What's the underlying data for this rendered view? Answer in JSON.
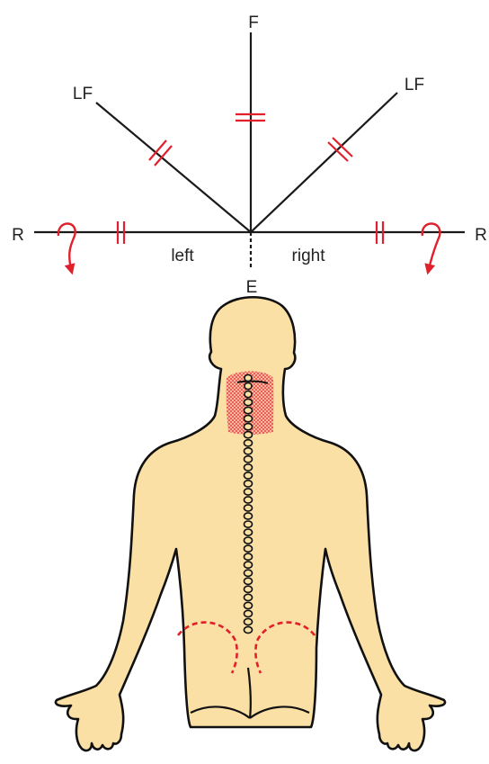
{
  "labels": {
    "flexion": "F",
    "extension": "E",
    "lateral_flexion_left": "LF",
    "lateral_flexion_right": "LF",
    "rotation_left": "R",
    "rotation_right": "R",
    "side_left": "left",
    "side_right": "right"
  },
  "colors": {
    "line": "#1a1a1a",
    "restriction_marks": "#e0202a",
    "skin": "#fbe0a6",
    "outline": "#111111",
    "pain_area": "#e0202a",
    "background": "#ffffff"
  }
}
